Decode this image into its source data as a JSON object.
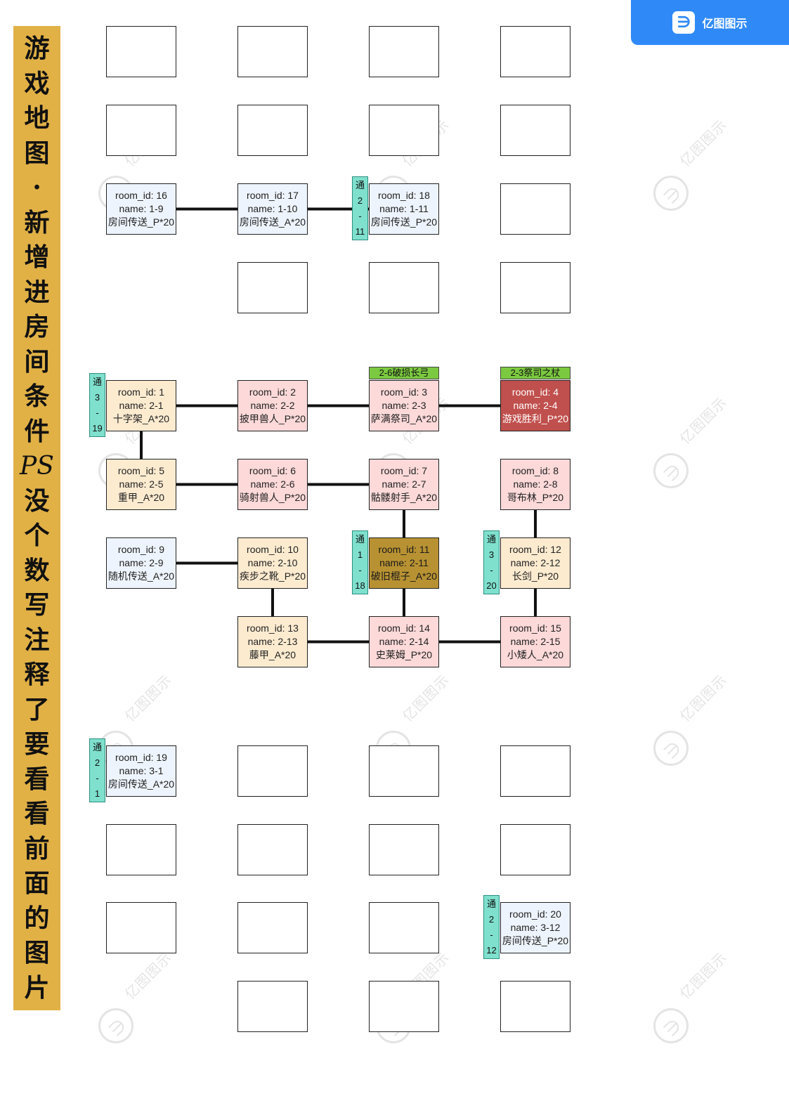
{
  "title": {
    "text": "游戏地图·新增进房间条件PS没个数写注释了要看看前面的图片",
    "chars": [
      "游",
      "戏",
      "地",
      "图",
      "·",
      "新",
      "增",
      "进",
      "房",
      "间",
      "条",
      "件",
      "PS",
      "没",
      "个",
      "数",
      "写",
      "注",
      "释",
      "了",
      "要",
      "看",
      "看",
      "前",
      "面",
      "的",
      "图",
      "片"
    ]
  },
  "logo": {
    "icon": "edraw-logo-icon",
    "text": "亿图图示"
  },
  "watermark": {
    "text": "亿图图示"
  },
  "colors": {
    "default": "#ffffff",
    "teleport": "#eef4fd",
    "beige": "#fdebd0",
    "pink": "#fdd9d9",
    "red": "#c0504d",
    "gold": "#b89232",
    "passage": "#7ee0cd",
    "tag": "#7bc940",
    "title_bar": "#e1b146"
  },
  "rooms": [
    {
      "id": "16",
      "name": "1-9",
      "label": "房间传送_P*20",
      "color": "teleport"
    },
    {
      "id": "17",
      "name": "1-10",
      "label": "房间传送_A*20",
      "color": "teleport"
    },
    {
      "id": "18",
      "name": "1-11",
      "label": "房间传送_P*20",
      "color": "teleport"
    },
    {
      "id": "1",
      "name": "2-1",
      "label": "十字架_A*20",
      "color": "beige"
    },
    {
      "id": "2",
      "name": "2-2",
      "label": "披甲兽人_P*20",
      "color": "pink"
    },
    {
      "id": "3",
      "name": "2-3",
      "label": "萨满祭司_A*20",
      "color": "pink"
    },
    {
      "id": "4",
      "name": "2-4",
      "label": "游戏胜利_P*20",
      "color": "red"
    },
    {
      "id": "5",
      "name": "2-5",
      "label": "重甲_A*20",
      "color": "beige"
    },
    {
      "id": "6",
      "name": "2-6",
      "label": "骑射兽人_P*20",
      "color": "pink"
    },
    {
      "id": "7",
      "name": "2-7",
      "label": "骷髅射手_A*20",
      "color": "pink"
    },
    {
      "id": "8",
      "name": "2-8",
      "label": "哥布林_P*20",
      "color": "pink"
    },
    {
      "id": "9",
      "name": "2-9",
      "label": "随机传送_A*20",
      "color": "teleport"
    },
    {
      "id": "10",
      "name": "2-10",
      "label": "疾步之靴_P*20",
      "color": "beige"
    },
    {
      "id": "11",
      "name": "2-11",
      "label": "破旧棍子_A*20",
      "color": "gold"
    },
    {
      "id": "12",
      "name": "2-12",
      "label": "长剑_P*20",
      "color": "beige"
    },
    {
      "id": "13",
      "name": "2-13",
      "label": "藤甲_A*20",
      "color": "beige"
    },
    {
      "id": "14",
      "name": "2-14",
      "label": "史莱姆_P*20",
      "color": "pink"
    },
    {
      "id": "15",
      "name": "2-15",
      "label": "小矮人_A*20",
      "color": "pink"
    },
    {
      "id": "19",
      "name": "3-1",
      "label": "房间传送_A*20",
      "color": "teleport"
    },
    {
      "id": "20",
      "name": "3-12",
      "label": "房间传送_P*20",
      "color": "teleport"
    }
  ],
  "passages": [
    {
      "room": "18",
      "chars": [
        "通",
        "2",
        "-",
        "11"
      ]
    },
    {
      "room": "1",
      "chars": [
        "通",
        "3",
        "-",
        "19"
      ]
    },
    {
      "room": "11",
      "chars": [
        "通",
        "1",
        "-",
        "18"
      ]
    },
    {
      "room": "12",
      "chars": [
        "通",
        "3",
        "-",
        "20"
      ]
    },
    {
      "room": "19",
      "chars": [
        "通",
        "2",
        "-",
        "1"
      ]
    },
    {
      "room": "20",
      "chars": [
        "通",
        "2",
        "-",
        "12"
      ]
    }
  ],
  "tags": [
    {
      "room": "3",
      "text": "2-6破损长弓"
    },
    {
      "room": "4",
      "text": "2-3祭司之杖"
    }
  ],
  "connections": [
    [
      "16",
      "17"
    ],
    [
      "17",
      "18"
    ],
    [
      "1",
      "2"
    ],
    [
      "2",
      "3"
    ],
    [
      "3",
      "4"
    ],
    [
      "1",
      "5"
    ],
    [
      "5",
      "6"
    ],
    [
      "6",
      "7"
    ],
    [
      "7",
      "11"
    ],
    [
      "8",
      "12"
    ],
    [
      "9",
      "10"
    ],
    [
      "10",
      "13"
    ],
    [
      "11",
      "14"
    ],
    [
      "12",
      "15"
    ],
    [
      "13",
      "14"
    ],
    [
      "14",
      "15"
    ]
  ]
}
